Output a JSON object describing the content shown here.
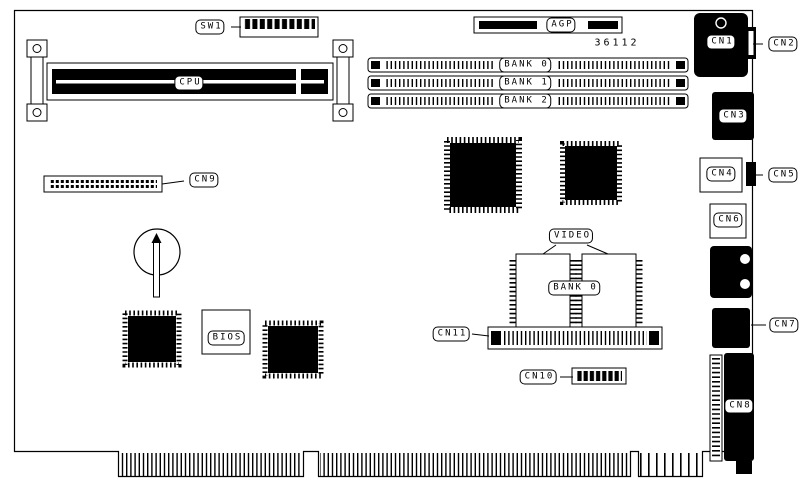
{
  "diagram": {
    "description": "Motherboard single-board-computer connector location diagram",
    "part_number": "36112",
    "colors": {
      "line": "#000000",
      "background": "#ffffff"
    },
    "labels": {
      "sw1": "SW1",
      "agp": "AGP",
      "cpu": "CPU",
      "bank0": "BANK 0",
      "bank1": "BANK 1",
      "bank2": "BANK 2",
      "video": "VIDEO",
      "video_bank0": "BANK 0",
      "bios": "BIOS",
      "cn1": "CN1",
      "cn2": "CN2",
      "cn3": "CN3",
      "cn4": "CN4",
      "cn5": "CN5",
      "cn6": "CN6",
      "cn7": "CN7",
      "cn8": "CN8",
      "cn9": "CN9",
      "cn10": "CN10",
      "cn11": "CN11"
    }
  }
}
